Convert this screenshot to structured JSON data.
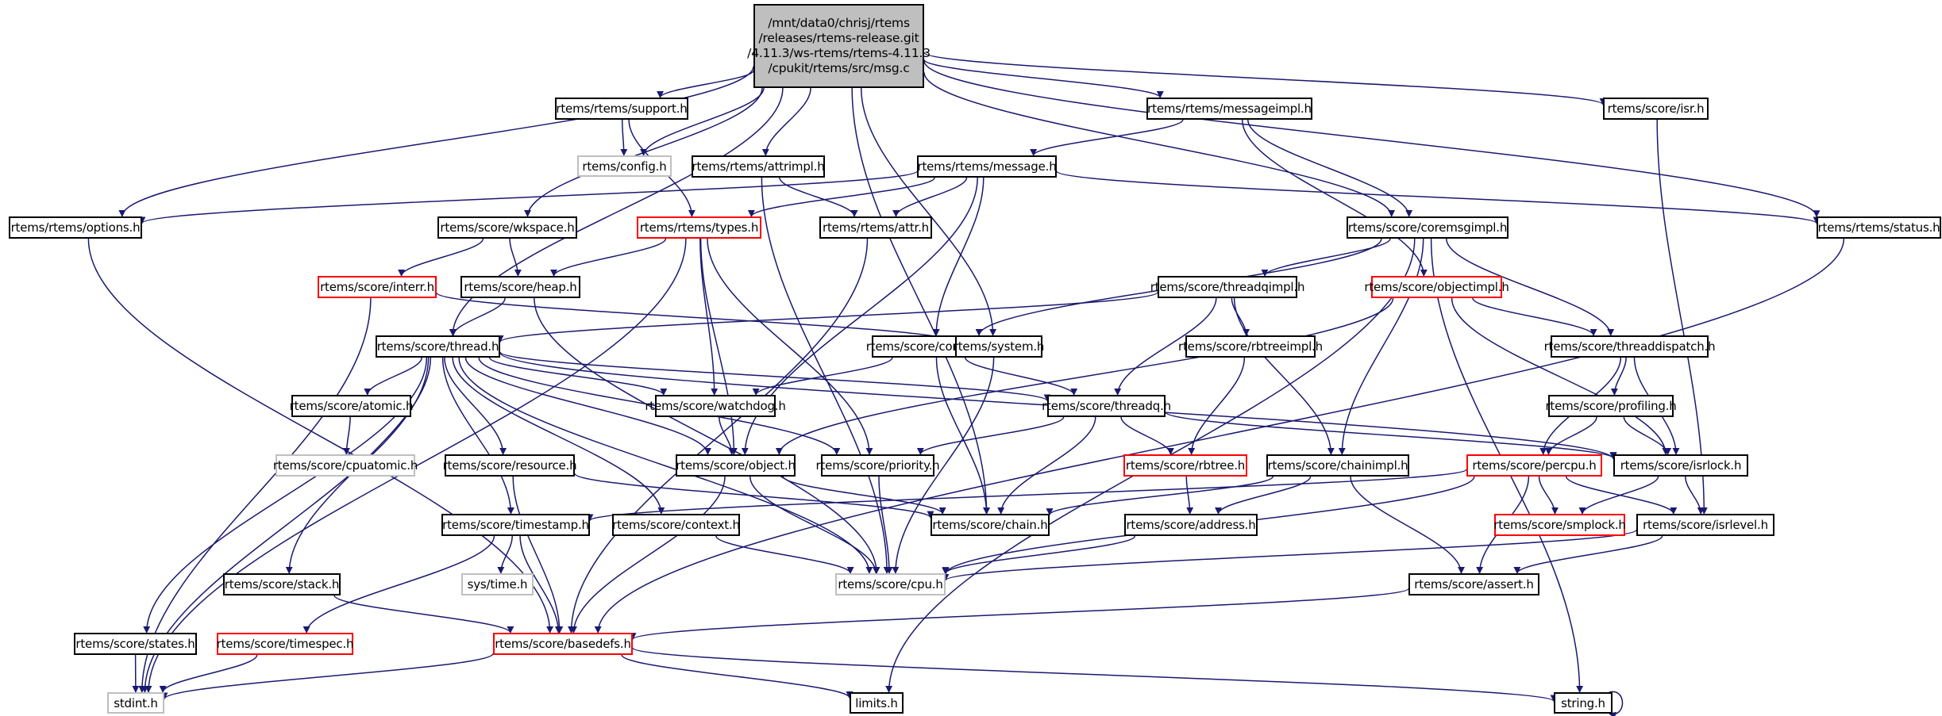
{
  "diagram": {
    "title": "Include dependency graph for msg.c",
    "edge_color": "#191970",
    "legend_colors": {
      "normal": "#000000",
      "truncated": "#ff0000",
      "undocumented": "#bfbfbf",
      "root_fill": "#bfbfbf"
    },
    "nodes": [
      {
        "id": "root",
        "label": "/mnt/data0/chrisj/rtems\n/releases/rtems-release.git\n/4.11.3/ws-rtems/rtems-4.11.3\n/cpukit/rtems/src/msg.c",
        "style": "root"
      },
      {
        "id": "support",
        "label": "rtems/rtems/support.h",
        "style": "normal"
      },
      {
        "id": "config",
        "label": "rtems/config.h",
        "style": "gray"
      },
      {
        "id": "attrimpl",
        "label": "rtems/rtems/attrimpl.h",
        "style": "normal"
      },
      {
        "id": "messageimpl",
        "label": "rtems/rtems/messageimpl.h",
        "style": "normal"
      },
      {
        "id": "isr",
        "label": "rtems/score/isr.h",
        "style": "normal"
      },
      {
        "id": "message",
        "label": "rtems/rtems/message.h",
        "style": "normal"
      },
      {
        "id": "options",
        "label": "rtems/rtems/options.h",
        "style": "normal"
      },
      {
        "id": "wkspace",
        "label": "rtems/score/wkspace.h",
        "style": "normal"
      },
      {
        "id": "types",
        "label": "rtems/rtems/types.h",
        "style": "red"
      },
      {
        "id": "attr",
        "label": "rtems/rtems/attr.h",
        "style": "normal"
      },
      {
        "id": "coremsgimpl",
        "label": "rtems/score/coremsgimpl.h",
        "style": "normal"
      },
      {
        "id": "status",
        "label": "rtems/rtems/status.h",
        "style": "normal"
      },
      {
        "id": "interr",
        "label": "rtems/score/interr.h",
        "style": "red"
      },
      {
        "id": "heap",
        "label": "rtems/score/heap.h",
        "style": "normal"
      },
      {
        "id": "threadqimpl",
        "label": "rtems/score/threadqimpl.h",
        "style": "normal"
      },
      {
        "id": "objectimpl",
        "label": "rtems/score/objectimpl.h",
        "style": "red"
      },
      {
        "id": "thread",
        "label": "rtems/score/thread.h",
        "style": "normal"
      },
      {
        "id": "coremsg",
        "label": "rtems/score/coremsg.h",
        "style": "normal"
      },
      {
        "id": "system",
        "label": "rtems/system.h",
        "style": "normal"
      },
      {
        "id": "rbtreeimpl",
        "label": "rtems/score/rbtreeimpl.h",
        "style": "normal"
      },
      {
        "id": "threaddispatch",
        "label": "rtems/score/threaddispatch.h",
        "style": "normal"
      },
      {
        "id": "atomic",
        "label": "rtems/score/atomic.h",
        "style": "normal"
      },
      {
        "id": "watchdog",
        "label": "rtems/score/watchdog.h",
        "style": "normal"
      },
      {
        "id": "threadq",
        "label": "rtems/score/threadq.h",
        "style": "normal"
      },
      {
        "id": "profiling",
        "label": "rtems/score/profiling.h",
        "style": "normal"
      },
      {
        "id": "cpuatomic",
        "label": "rtems/score/cpuatomic.h",
        "style": "gray"
      },
      {
        "id": "resource",
        "label": "rtems/score/resource.h",
        "style": "normal"
      },
      {
        "id": "object",
        "label": "rtems/score/object.h",
        "style": "normal"
      },
      {
        "id": "priority",
        "label": "rtems/score/priority.h",
        "style": "normal"
      },
      {
        "id": "rbtree",
        "label": "rtems/score/rbtree.h",
        "style": "red"
      },
      {
        "id": "chainimpl",
        "label": "rtems/score/chainimpl.h",
        "style": "normal"
      },
      {
        "id": "percpu",
        "label": "rtems/score/percpu.h",
        "style": "red"
      },
      {
        "id": "isrlock",
        "label": "rtems/score/isrlock.h",
        "style": "normal"
      },
      {
        "id": "timestamp",
        "label": "rtems/score/timestamp.h",
        "style": "normal"
      },
      {
        "id": "context",
        "label": "rtems/score/context.h",
        "style": "normal"
      },
      {
        "id": "chain",
        "label": "rtems/score/chain.h",
        "style": "normal"
      },
      {
        "id": "address",
        "label": "rtems/score/address.h",
        "style": "normal"
      },
      {
        "id": "smplock",
        "label": "rtems/score/smplock.h",
        "style": "red"
      },
      {
        "id": "isrlevel",
        "label": "rtems/score/isrlevel.h",
        "style": "normal"
      },
      {
        "id": "systime",
        "label": "sys/time.h",
        "style": "gray"
      },
      {
        "id": "stack",
        "label": "rtems/score/stack.h",
        "style": "normal"
      },
      {
        "id": "cpu",
        "label": "rtems/score/cpu.h",
        "style": "gray"
      },
      {
        "id": "assert",
        "label": "rtems/score/assert.h",
        "style": "normal"
      },
      {
        "id": "states",
        "label": "rtems/score/states.h",
        "style": "normal"
      },
      {
        "id": "timespec",
        "label": "rtems/score/timespec.h",
        "style": "red"
      },
      {
        "id": "basedefs",
        "label": "rtems/score/basedefs.h",
        "style": "red"
      },
      {
        "id": "stdint",
        "label": "stdint.h",
        "style": "gray"
      },
      {
        "id": "limits",
        "label": "limits.h",
        "style": "normal"
      },
      {
        "id": "string",
        "label": "string.h",
        "style": "normal"
      }
    ],
    "edges": [
      [
        "root",
        "support"
      ],
      [
        "root",
        "config"
      ],
      [
        "root",
        "attrimpl"
      ],
      [
        "root",
        "messageimpl"
      ],
      [
        "root",
        "isr"
      ],
      [
        "root",
        "options"
      ],
      [
        "root",
        "wkspace"
      ],
      [
        "root",
        "thread"
      ],
      [
        "root",
        "system"
      ],
      [
        "root",
        "chain"
      ],
      [
        "root",
        "coremsgimpl"
      ],
      [
        "root",
        "status"
      ],
      [
        "support",
        "config"
      ],
      [
        "support",
        "types"
      ],
      [
        "attrimpl",
        "attr"
      ],
      [
        "attrimpl",
        "cpu"
      ],
      [
        "messageimpl",
        "message"
      ],
      [
        "messageimpl",
        "coremsgimpl"
      ],
      [
        "messageimpl",
        "objectimpl"
      ],
      [
        "isr",
        "isrlevel"
      ],
      [
        "message",
        "options"
      ],
      [
        "message",
        "types"
      ],
      [
        "message",
        "attr"
      ],
      [
        "message",
        "status"
      ],
      [
        "message",
        "coremsg"
      ],
      [
        "message",
        "object"
      ],
      [
        "wkspace",
        "heap"
      ],
      [
        "wkspace",
        "interr"
      ],
      [
        "types",
        "heap"
      ],
      [
        "types",
        "watchdog"
      ],
      [
        "types",
        "object"
      ],
      [
        "types",
        "priority"
      ],
      [
        "types",
        "stdint"
      ],
      [
        "attr",
        "basedefs"
      ],
      [
        "coremsgimpl",
        "threadqimpl"
      ],
      [
        "coremsgimpl",
        "threaddispatch"
      ],
      [
        "coremsgimpl",
        "coremsg"
      ],
      [
        "coremsgimpl",
        "chainimpl"
      ],
      [
        "coremsgimpl",
        "limits"
      ],
      [
        "coremsgimpl",
        "string"
      ],
      [
        "status",
        "basedefs"
      ],
      [
        "interr",
        "system"
      ],
      [
        "interr",
        "stdint"
      ],
      [
        "heap",
        "thread"
      ],
      [
        "heap",
        "cpu"
      ],
      [
        "threadqimpl",
        "thread"
      ],
      [
        "threadqimpl",
        "threadq"
      ],
      [
        "threadqimpl",
        "rbtreeimpl"
      ],
      [
        "threadqimpl",
        "chainimpl"
      ],
      [
        "objectimpl",
        "object"
      ],
      [
        "objectimpl",
        "threaddispatch"
      ],
      [
        "objectimpl",
        "isrlock"
      ],
      [
        "thread",
        "atomic"
      ],
      [
        "thread",
        "watchdog"
      ],
      [
        "thread",
        "object"
      ],
      [
        "thread",
        "resource"
      ],
      [
        "thread",
        "priority"
      ],
      [
        "thread",
        "threadq"
      ],
      [
        "thread",
        "isrlock"
      ],
      [
        "thread",
        "timestamp"
      ],
      [
        "thread",
        "context"
      ],
      [
        "thread",
        "stack"
      ],
      [
        "thread",
        "states"
      ],
      [
        "thread",
        "cpu"
      ],
      [
        "thread",
        "stdint"
      ],
      [
        "coremsg",
        "threadq"
      ],
      [
        "coremsg",
        "watchdog"
      ],
      [
        "coremsg",
        "chain"
      ],
      [
        "system",
        "cpu"
      ],
      [
        "rbtreeimpl",
        "rbtree"
      ],
      [
        "threaddispatch",
        "percpu"
      ],
      [
        "threaddispatch",
        "profiling"
      ],
      [
        "threaddispatch",
        "isrlock"
      ],
      [
        "atomic",
        "cpuatomic"
      ],
      [
        "watchdog",
        "object"
      ],
      [
        "threadq",
        "priority"
      ],
      [
        "threadq",
        "rbtree"
      ],
      [
        "threadq",
        "chain"
      ],
      [
        "threadq",
        "isrlock"
      ],
      [
        "profiling",
        "percpu"
      ],
      [
        "profiling",
        "isrlock"
      ],
      [
        "resource",
        "chain"
      ],
      [
        "resource",
        "basedefs"
      ],
      [
        "object",
        "chain"
      ],
      [
        "object",
        "cpu"
      ],
      [
        "object",
        "basedefs"
      ],
      [
        "priority",
        "cpu"
      ],
      [
        "rbtree",
        "address"
      ],
      [
        "chainimpl",
        "chain"
      ],
      [
        "chainimpl",
        "address"
      ],
      [
        "chainimpl",
        "assert"
      ],
      [
        "percpu",
        "smplock"
      ],
      [
        "percpu",
        "isrlevel"
      ],
      [
        "percpu",
        "assert"
      ],
      [
        "percpu",
        "cpu"
      ],
      [
        "percpu",
        "timestamp"
      ],
      [
        "isrlock",
        "smplock"
      ],
      [
        "isrlock",
        "isrlevel"
      ],
      [
        "timestamp",
        "systime"
      ],
      [
        "timestamp",
        "basedefs"
      ],
      [
        "timestamp",
        "timespec"
      ],
      [
        "context",
        "cpu"
      ],
      [
        "address",
        "cpu"
      ],
      [
        "isrlevel",
        "cpu"
      ],
      [
        "isrlevel",
        "assert"
      ],
      [
        "stack",
        "basedefs"
      ],
      [
        "assert",
        "basedefs"
      ],
      [
        "options",
        "basedefs"
      ],
      [
        "states",
        "stdint"
      ],
      [
        "timespec",
        "stdint"
      ],
      [
        "basedefs",
        "stdint"
      ],
      [
        "basedefs",
        "limits"
      ],
      [
        "basedefs",
        "string"
      ],
      [
        "string",
        "string"
      ]
    ]
  }
}
